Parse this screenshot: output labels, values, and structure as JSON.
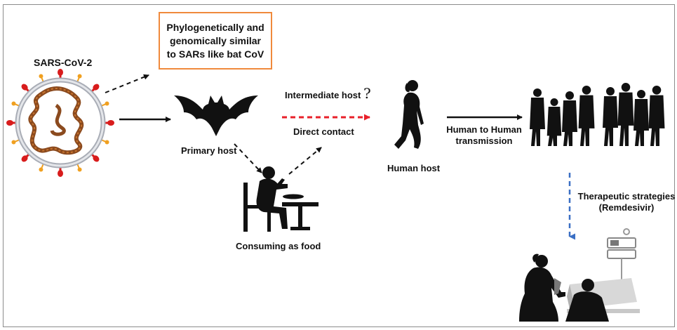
{
  "virus": {
    "label": "SARS-CoV-2"
  },
  "similarity_box": {
    "lines": [
      "Phylogenetically and",
      "genomically similar",
      "to SARs like bat CoV"
    ]
  },
  "primary_host": {
    "label": "Primary host"
  },
  "intermediate_host": {
    "label": "Intermediate host",
    "mark": "?"
  },
  "direct_contact": {
    "label": "Direct contact"
  },
  "consuming": {
    "label": "Consuming as food"
  },
  "human_host": {
    "label": "Human host"
  },
  "transmission": {
    "lines": [
      "Human to Human",
      "transmission"
    ]
  },
  "therapy": {
    "lines": [
      "Therapeutic strategies",
      "(Remdesivir)"
    ]
  },
  "colors": {
    "box_border": "#f08a3c",
    "direct_arrow": "#e8202a",
    "therapy_arrow": "#3a6fc4",
    "virus_body": "#c0c4cc",
    "rna": "#8b4a1e",
    "spike_orange": "#f0a020",
    "spike_red": "#d81c1c"
  }
}
